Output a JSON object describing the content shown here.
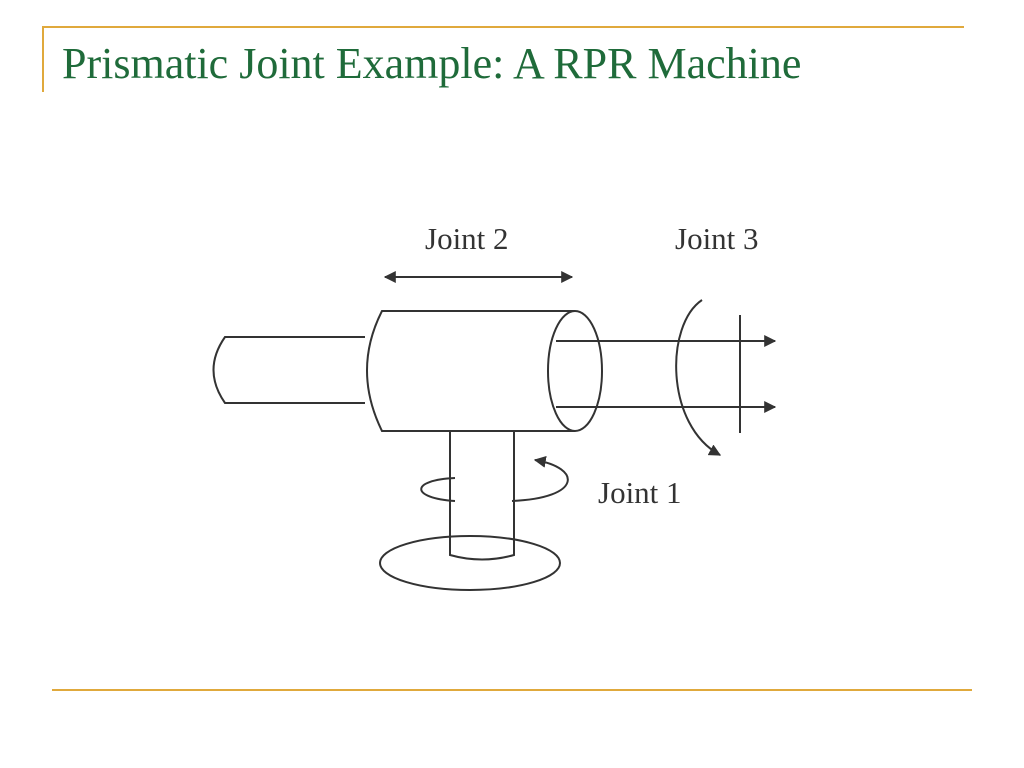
{
  "slide": {
    "title": "Prismatic Joint Example: A RPR Machine"
  },
  "colors": {
    "accent": "#e0a93c",
    "title": "#1f6b3a",
    "ink": "#333333"
  },
  "diagram": {
    "labels": {
      "joint1": "Joint 1",
      "joint2": "Joint 2",
      "joint3": "Joint 3"
    }
  }
}
